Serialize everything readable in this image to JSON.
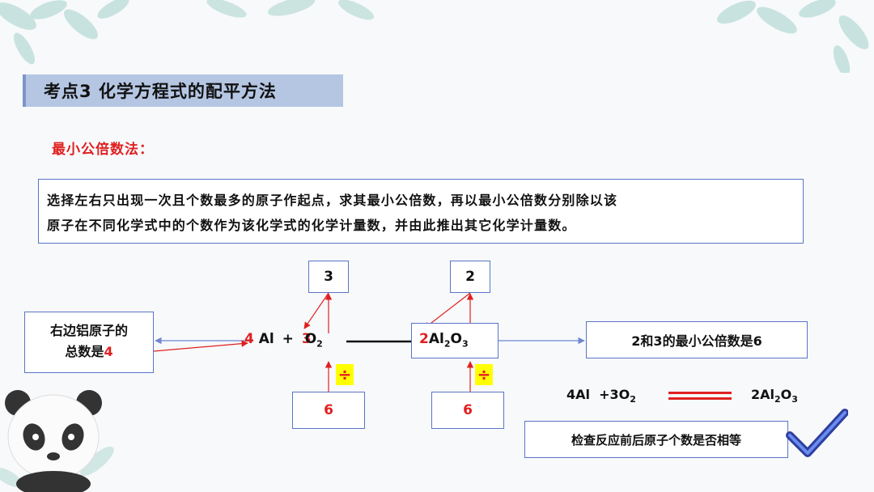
{
  "title": "考点3 化学方程式的配平方法",
  "subtitle": "最小公倍数法：",
  "description": {
    "line1": "选择左右只出现一次且个数最多的原子作起点，求其最小公倍数，再以最小公倍数分别除以该",
    "line2": "原子在不同化学式中的个数作为该化学式的化学计量数，并由此推出其它化学计量数。"
  },
  "left_note": {
    "line1": "右边铝原子的",
    "line2_prefix": "总数是",
    "line2_value": "4"
  },
  "equation": {
    "coef_al": "4",
    "al": "Al",
    "plus": "+",
    "coef_o2": "3",
    "o2_main": "O",
    "o2_sub": "2",
    "coef_al2o3": "2",
    "al2o3_a": "Al",
    "al2o3_sub1": "2",
    "al2o3_b": "O",
    "al2o3_sub2": "3"
  },
  "top_boxes": {
    "left": "3",
    "right": "2"
  },
  "bottom_boxes": {
    "left": "6",
    "right": "6"
  },
  "divide_sign": "÷",
  "lcm_note": "2和3的最小公倍数是6",
  "balanced": {
    "left_text": "4Al  +3O",
    "left_sub": "2",
    "right_a": "2Al",
    "right_sub1": "2",
    "right_b": "O",
    "right_sub2": "3"
  },
  "check_note": "检查反应前后原子个数是否相等",
  "colors": {
    "accent_red": "#e02020",
    "box_border": "#5b74c8",
    "title_bg": "#b5c6e3",
    "highlight": "#ffff00"
  }
}
